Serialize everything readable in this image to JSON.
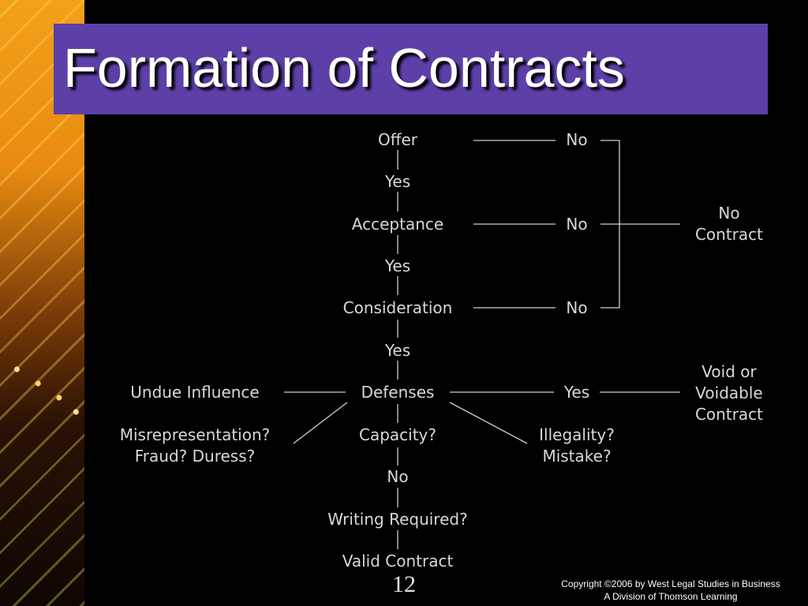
{
  "slide": {
    "title": "Formation of Contracts",
    "page_number": "12",
    "copyright_line1": "Copyright ©2006 by West Legal Studies in Business",
    "copyright_line2": "A Division of Thomson Learning"
  },
  "flowchart": {
    "offer": "Offer",
    "acceptance": "Acceptance",
    "consideration": "Consideration",
    "defenses": "Defenses",
    "writing_required": "Writing Required?",
    "valid_contract": "Valid Contract",
    "yes_1": "Yes",
    "yes_2": "Yes",
    "yes_3": "Yes",
    "no_after_defenses": "No",
    "no_offer": "No",
    "no_acceptance": "No",
    "no_consideration": "No",
    "no_contract_line1": "No",
    "no_contract_line2": "Contract",
    "undue_influence": "Undue Influence",
    "misrep_line1": "Misrepresentation?",
    "misrep_line2": "Fraud?  Duress?",
    "capacity": "Capacity?",
    "illegality_line1": "Illegality?",
    "illegality_line2": "Mistake?",
    "defenses_yes": "Yes",
    "void_line1": "Void or",
    "void_line2": "Voidable",
    "void_line3": "Contract"
  }
}
